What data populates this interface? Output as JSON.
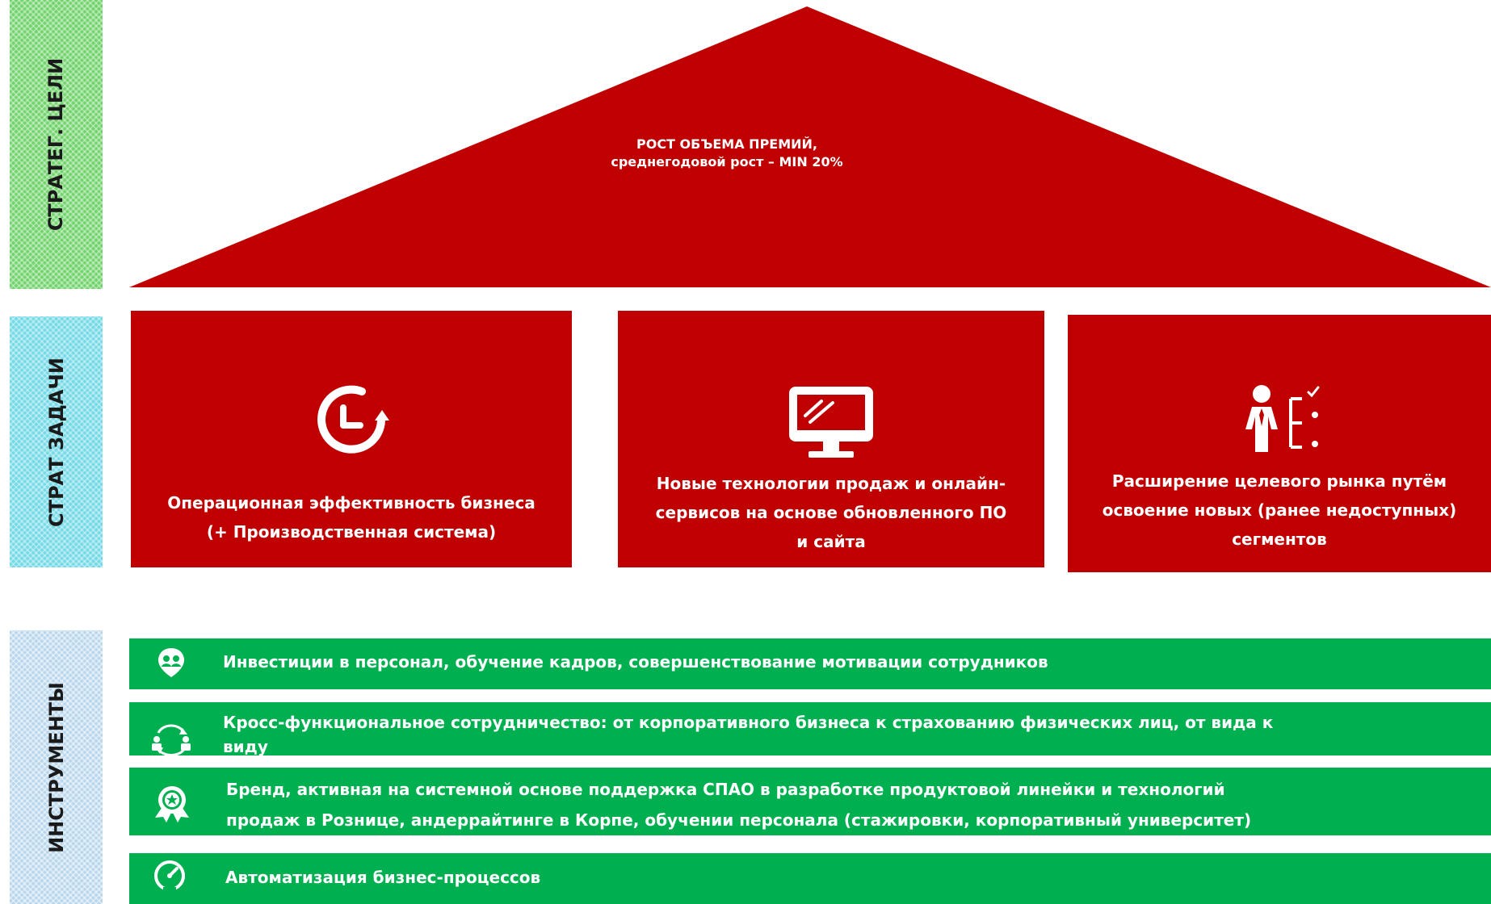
{
  "side_labels": {
    "goals": "СТРАТЕГ.  ЦЕЛИ",
    "tasks": "СТРАТ ЗАДАЧИ",
    "tools": "ИНСТРУМЕНТЫ"
  },
  "roof": {
    "line1": "РОСТ ОБЪЕМА ПРЕМИЙ,",
    "line2": "среднегодовой рост – MIN 20%"
  },
  "tasks": [
    {
      "icon": "clock-refresh-icon",
      "lines": [
        "Операционная эффективность бизнеса",
        "(+ Производственная система)"
      ]
    },
    {
      "icon": "monitor-icon",
      "lines": [
        "Новые технологии продаж и онлайн-",
        "сервисов на основе обновленного ПО",
        "и сайта"
      ]
    },
    {
      "icon": "businessman-checklist-icon",
      "lines": [
        "Расширение целевого рынка путём",
        "освоение новых (ранее недоступных)",
        "сегментов"
      ]
    }
  ],
  "tools": [
    {
      "icon": "people-location-icon",
      "lines": [
        "Инвестиции в персонал, обучение кадров, совершенствование мотивации сотрудников"
      ]
    },
    {
      "icon": "exchange-people-icon",
      "lines": [
        "Кросс-функциональное сотрудничество: от корпоративного бизнеса к страхованию физических лиц, от вида к",
        "виду"
      ]
    },
    {
      "icon": "award-badge-icon",
      "lines": [
        "Бренд, активная на системной основе поддержка СПАО в разработке продуктовой линейки и технологий",
        "продаж в Рознице, андеррайтинге в Корпе, обучении персонала (стажировки, корпоративный университет)"
      ]
    },
    {
      "icon": "speedometer-icon",
      "lines": [
        "Автоматизация бизнес-процессов"
      ]
    }
  ],
  "colors": {
    "red": "#c00000",
    "green": "#00b050",
    "goals": "#6fd36a",
    "tasks": "#72d9e6",
    "tools": "#b7d6ed"
  }
}
